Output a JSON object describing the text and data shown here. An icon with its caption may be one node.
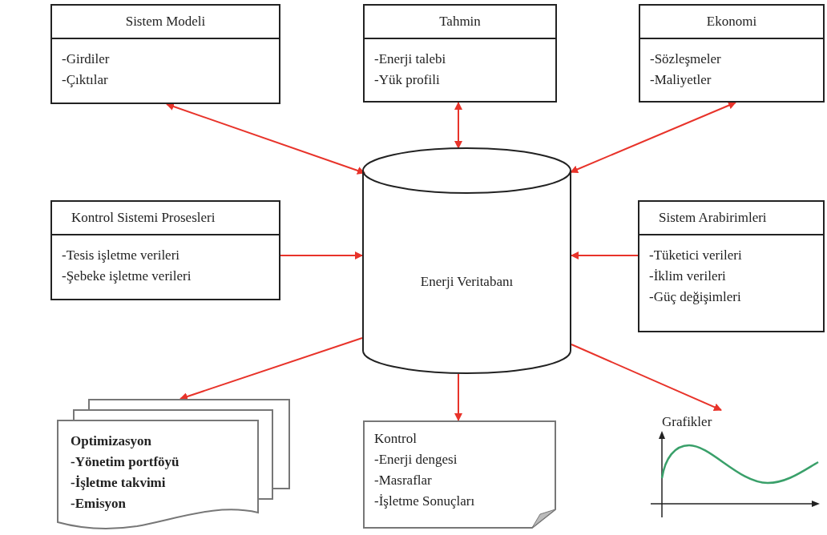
{
  "diagram": {
    "nodes": [
      {
        "text": [
          "Sistem Modeli",
          "-Girdiler",
          "-Çıktılar"
        ]
      },
      {
        "text": [
          "Tahmin",
          "-Enerji talebi",
          "-Yük profili"
        ]
      },
      {
        "text": [
          "Ekonomi",
          "-Sözleşmeler",
          "-Maliyetler"
        ]
      },
      {
        "text": [
          "Kontrol Sistemi Prosesleri",
          "-Tesis işletme verileri",
          "-Şebeke işletme verileri"
        ]
      },
      {
        "text": [
          "Enerji Veritabanı"
        ]
      },
      {
        "text": [
          "Sistem Arabirimleri",
          "-Tüketici verileri",
          "-İklim verileri",
          "-Güç değişimleri"
        ]
      },
      {
        "text": [
          "Optimizasyon",
          "-Yönetim portföyü",
          "-İşletme takvimi",
          "-Emisyon"
        ]
      },
      {
        "text": [
          "Kontrol",
          "-Enerji dengesi",
          "-Masraflar",
          "-İşletme Sonuçları"
        ]
      },
      {
        "text": [
          "Grafikler"
        ]
      }
    ],
    "edges": [
      {
        "from": 0,
        "to": 4,
        "arrow": "both"
      },
      {
        "from": 1,
        "to": 4,
        "arrow": "both"
      },
      {
        "from": 2,
        "to": 4,
        "arrow": "both"
      },
      {
        "from": 3,
        "to": 4,
        "arrow": "to"
      },
      {
        "from": 5,
        "to": 4,
        "arrow": "to"
      },
      {
        "from": 4,
        "to": 6,
        "arrow": "to"
      },
      {
        "from": 4,
        "to": 7,
        "arrow": "to"
      },
      {
        "from": 4,
        "to": 8,
        "arrow": "to"
      }
    ]
  }
}
